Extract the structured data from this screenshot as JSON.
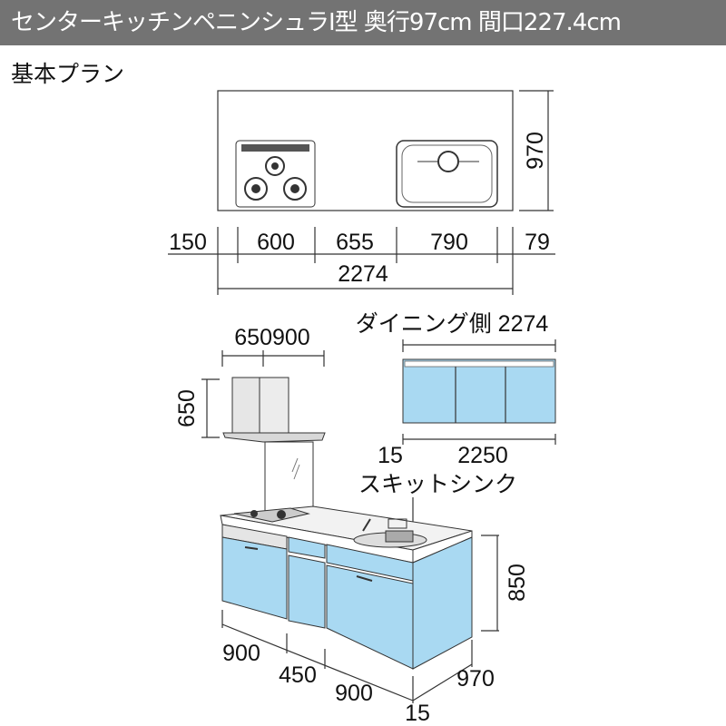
{
  "header": {
    "title": "センターキッチンペニンシュラI型 奥行97cm 間口227.4cm"
  },
  "section_title": "基本プラン",
  "plan_view": {
    "depth": "970",
    "segments": [
      "150",
      "600",
      "655",
      "790",
      "79"
    ],
    "total": "2274"
  },
  "elevation": {
    "hood_widths": [
      "650",
      "900"
    ],
    "hood_height": "650",
    "dining_side_label": "ダイニング側 2274",
    "dining_dims": [
      "15",
      "2250"
    ],
    "sink_label": "スキットシンク",
    "height": "850",
    "cabinet_widths": [
      "900",
      "450",
      "900",
      "15"
    ],
    "depth": "970"
  },
  "colors": {
    "header_bg": "#737373",
    "cabinet_blue": "#a9d9f2"
  }
}
